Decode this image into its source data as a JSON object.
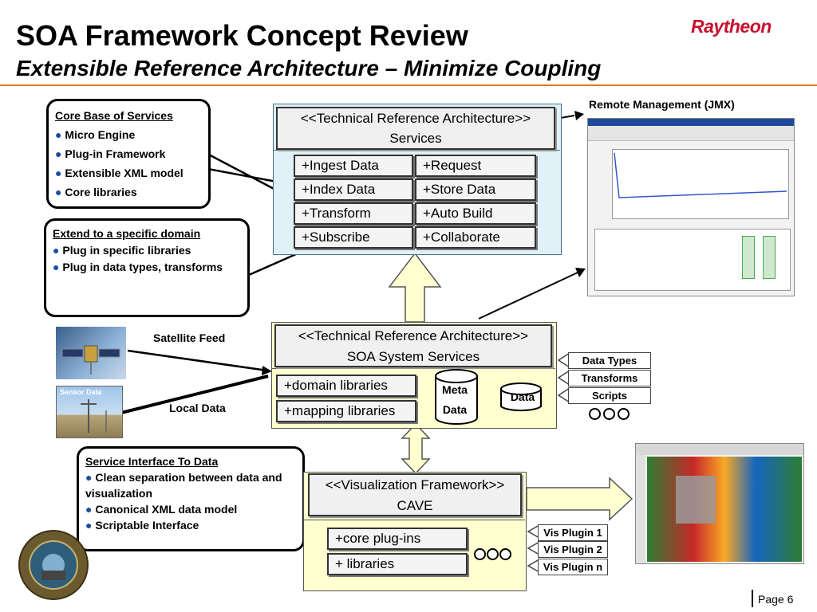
{
  "title": "SOA Framework Concept Review",
  "subtitle": "Extensible Reference Architecture – Minimize Coupling",
  "logo": "Raytheon",
  "callouts": {
    "core": {
      "title": "Core Base of Services",
      "items": [
        "Micro Engine",
        "Plug-in Framework",
        "Extensible XML model",
        "Core libraries"
      ]
    },
    "extend": {
      "title": "Extend to a specific domain",
      "items": [
        "Plug in specific libraries",
        "Plug in data types, transforms"
      ]
    },
    "service": {
      "title": "Service Interface To Data",
      "items": [
        "Clean separation between data and visualization",
        "Canonical XML data model",
        "Scriptable Interface"
      ]
    }
  },
  "services_pkg": {
    "stereotype": "<<Technical Reference Architecture>>",
    "name": "Services",
    "ops": [
      "+Ingest Data",
      "+Request",
      "+Index Data",
      "+Store Data",
      "+Transform",
      "+Auto Build",
      "+Subscribe",
      "+Collaborate"
    ]
  },
  "soa_pkg": {
    "stereotype": "<<Technical Reference Architecture>>",
    "name": "SOA System Services",
    "ops": [
      "+domain libraries",
      "+mapping libraries"
    ],
    "meta_top": "Meta",
    "meta_bottom": "Data",
    "data": "Data"
  },
  "soa_tags": [
    "Data Types",
    "Transforms",
    "Scripts"
  ],
  "vis_pkg": {
    "stereotype": "<<Visualization Framework>>",
    "name": "CAVE",
    "ops": [
      "+core plug-ins",
      "+ libraries"
    ]
  },
  "vis_tags": [
    "Vis Plugin 1",
    "Vis Plugin 2",
    "Vis Plugin n"
  ],
  "labels": {
    "remote": "Remote Management (JMX)",
    "satellite": "Satellite Feed",
    "local": "Local Data",
    "sensor": "Sensor Data"
  },
  "page": "Page 6",
  "colors": {
    "accent_rule": "#e87722",
    "logo": "#c8102e",
    "services_fill": "#e0f2f8",
    "soa_fill": "#ffffd0",
    "arrow_fill": "#ffffd0"
  }
}
